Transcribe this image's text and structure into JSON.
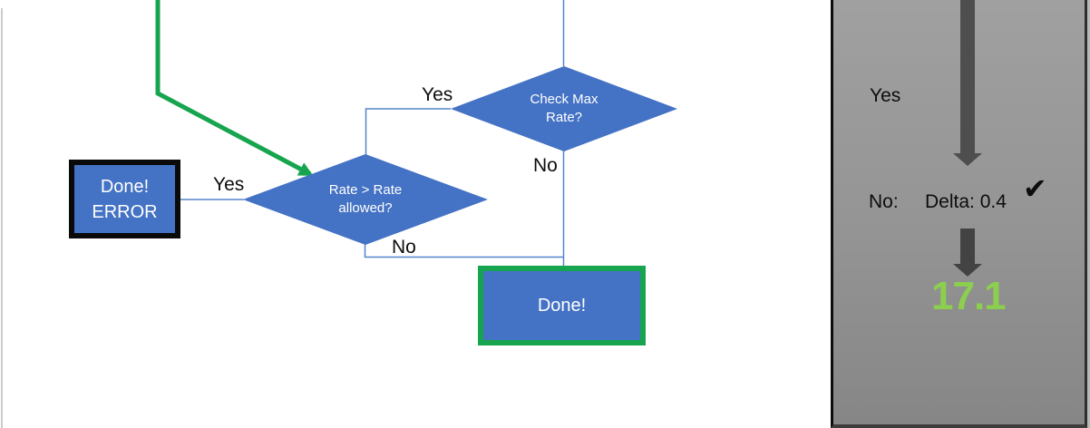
{
  "flowchart": {
    "decisions": {
      "check_max": {
        "label": "Check Max Rate?"
      },
      "rate_allowed": {
        "label": "Rate > Rate allowed?"
      }
    },
    "error_box": {
      "line1": "Done!",
      "line2": "ERROR"
    },
    "done_box": {
      "label": "Done!"
    },
    "edge_labels": {
      "check_max_yes": "Yes",
      "check_max_no": "No",
      "rate_yes": "Yes",
      "rate_no": "No"
    }
  },
  "side_panel": {
    "yes_label": "Yes",
    "no_label": "No:",
    "delta_text": "Delta: 0.4",
    "check_icon": "✔",
    "result_value": "17.1"
  },
  "colors": {
    "shape_blue": "#4472c4",
    "accent_green": "#16a54e",
    "connector_blue": "#5585cc",
    "result_green": "#8ccf4e",
    "arrow_gray": "#4e4e4e"
  }
}
